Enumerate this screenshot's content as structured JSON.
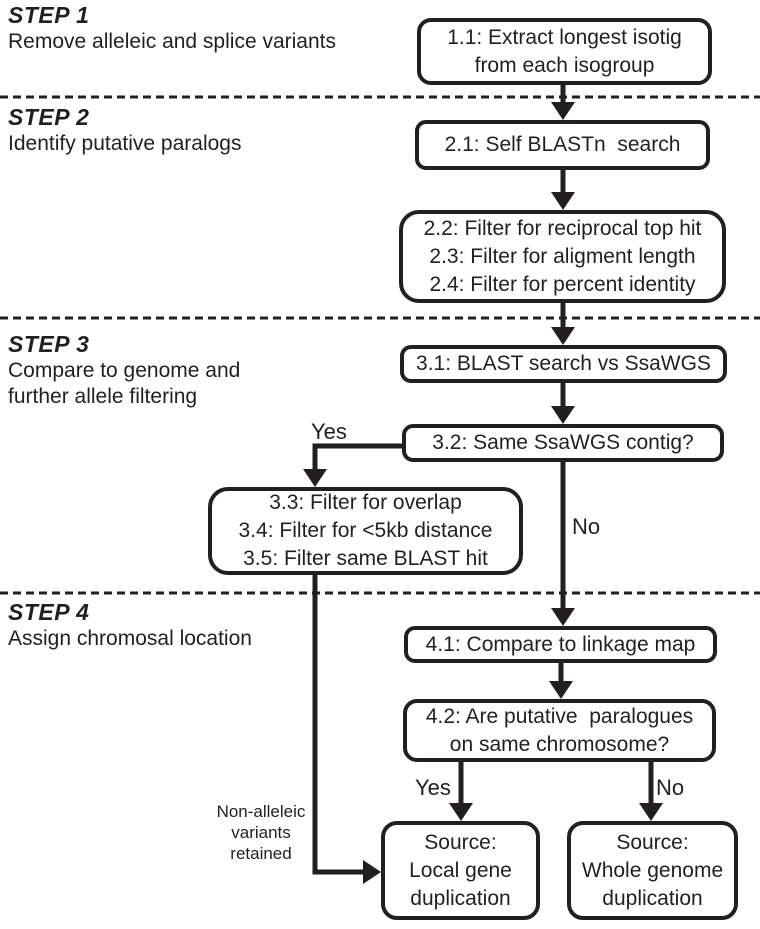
{
  "steps": [
    {
      "title": "STEP 1",
      "desc": "Remove alleleic and splice variants"
    },
    {
      "title": "STEP 2",
      "desc": "Identify putative paralogs"
    },
    {
      "title": "STEP 3",
      "desc": "Compare to genome and\nfurther allele filtering"
    },
    {
      "title": "STEP 4",
      "desc": "Assign chromosal location"
    }
  ],
  "nodes": {
    "n11": "1.1: Extract longest isotig\nfrom each isogroup",
    "n21": "2.1: Self BLASTn  search",
    "n22": "2.2: Filter for reciprocal top hit\n2.3: Filter for aligment length\n2.4: Filter for percent identity",
    "n31": "3.1: BLAST search vs SsaWGS",
    "n32": "3.2: Same SsaWGS contig?",
    "n33": "3.3: Filter for overlap\n3.4: Filter for <5kb distance\n3.5: Filter same BLAST hit",
    "n41": "4.1: Compare to linkage map",
    "n42": "4.2: Are putative  paralogues\non same chromosome?",
    "nLocal": "Source:\nLocal gene\nduplication",
    "nWhole": "Source:\nWhole genome\nduplication"
  },
  "edge_labels": {
    "yes32": "Yes",
    "no32": "No",
    "yes42": "Yes",
    "no42": "No",
    "retained": "Non-alleleic\nvariants\nretained"
  },
  "colors": {
    "ink": "#231f20",
    "background": "#ffffff"
  }
}
